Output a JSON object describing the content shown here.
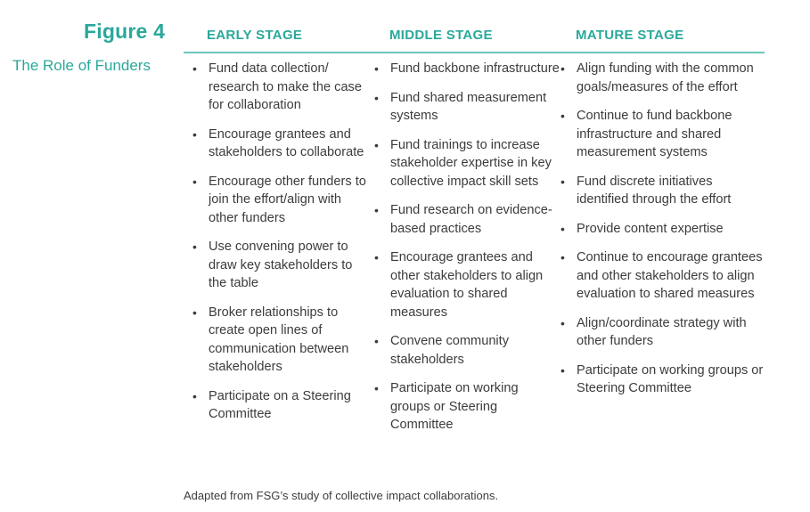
{
  "figure": {
    "label": "Figure 4",
    "subtitle": "The Role of Funders"
  },
  "columns": [
    {
      "header": "EARLY STAGE",
      "items": [
        "Fund data collection/ research to make the case for collaboration",
        "Encourage grantees and stakeholders to collaborate",
        "Encourage other funders to join the effort/align with other funders",
        "Use convening power to draw key stakeholders to the table",
        "Broker relationships to create open lines of communication between stakeholders",
        "Participate on a Steering Committee"
      ]
    },
    {
      "header": "MIDDLE STAGE",
      "items": [
        "Fund backbone infrastructure",
        "Fund shared measurement systems",
        "Fund trainings to increase stakeholder expertise in key collective impact skill sets",
        "Fund research on evidence-based practices",
        "Encourage grantees and other stakeholders to align evaluation to shared measures",
        "Convene community stakeholders",
        "Participate on working groups or Steering Committee"
      ]
    },
    {
      "header": "MATURE STAGE",
      "items": [
        "Align funding with the common goals/measures of the effort",
        "Continue to fund backbone infrastructure and shared measurement systems",
        "Fund discrete initiatives identified through the effort",
        "Provide content expertise",
        "Continue to encourage grantees and other stakeholders to align evaluation to shared measures",
        "Align/coordinate strategy with other funders",
        "Participate on working groups or Steering Committee"
      ]
    }
  ],
  "footnote": "Adapted from FSG’s study of collective impact collaborations.",
  "colors": {
    "accent": "#2aa89a",
    "rule": "#6fc7bd",
    "text": "#3c3c3c"
  }
}
